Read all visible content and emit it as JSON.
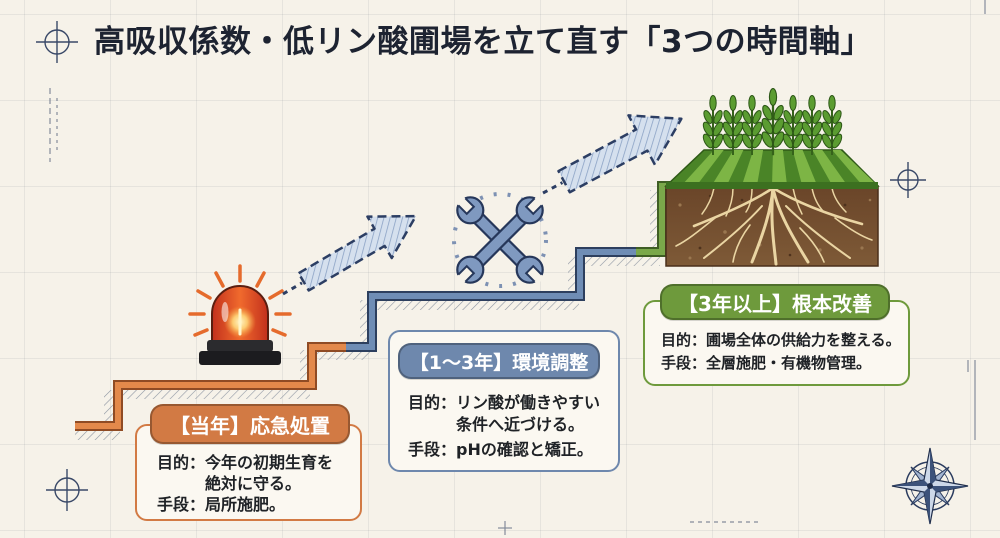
{
  "title": "高吸収係数・低リン酸圃場を立て直す「3つの時間軸」",
  "phases": [
    {
      "header": "【当年】応急処置",
      "purpose_label": "目的：",
      "purpose_lines": [
        "今年の初期生育を",
        "絶対に守る。"
      ],
      "means_label": "手段：",
      "means": "局所施肥。",
      "color": "#d27a44",
      "icon": "siren-icon"
    },
    {
      "header": "【1～3年】環境調整",
      "purpose_label": "目的：",
      "purpose_lines": [
        "リン酸が働きやすい",
        "条件へ近づける。"
      ],
      "means_label": "手段：",
      "means": "pHの確認と矯正。",
      "color": "#6e88ad",
      "icon": "crossed-wrenches-icon"
    },
    {
      "header": "【3年以上】根本改善",
      "purpose_label": "目的：",
      "purpose_lines": [
        "圃場全体の供給力を整える。"
      ],
      "means_label": "手段：",
      "means": "全層施肥・有機物管理。",
      "color": "#6e9a3c",
      "icon": "crop-field-icon"
    }
  ],
  "colors": {
    "title": "#1d2331",
    "background": "#f6f2e9",
    "ink": "#2b3c5f"
  },
  "decorative_icons": [
    "dashed-arrow-icon",
    "compass-rose-icon",
    "crosshair-icon"
  ]
}
